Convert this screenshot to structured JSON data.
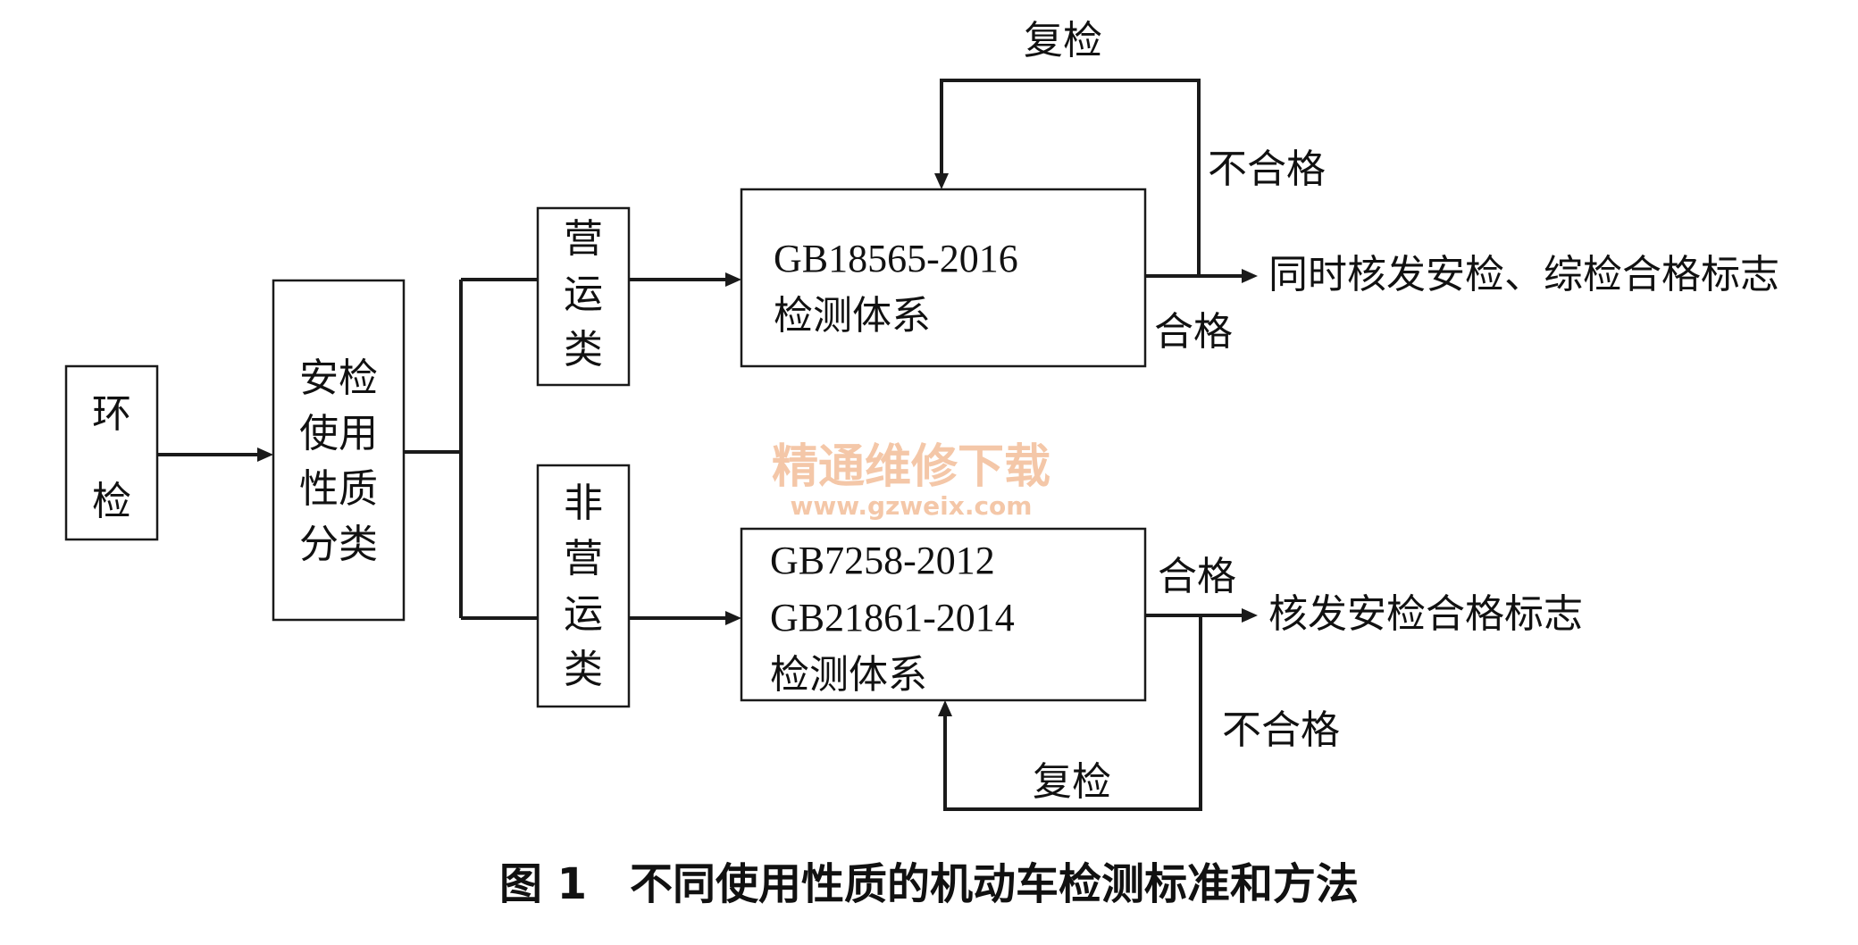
{
  "nodes": {
    "env_check": [
      "环",
      "检"
    ],
    "classify": [
      "安检",
      "使用",
      "性质",
      "分类"
    ],
    "commercial": [
      "营",
      "运",
      "类"
    ],
    "noncommercial": [
      "非",
      "营",
      "运",
      "类"
    ],
    "std_top": [
      "GB18565-2016",
      "检测体系"
    ],
    "std_bottom": [
      "GB7258-2012",
      "GB21861-2014",
      "检测体系"
    ]
  },
  "labels": {
    "recheck_top": "复检",
    "fail_top": "不合格",
    "pass_top": "合格",
    "result_top": "同时核发安检、综检合格标志",
    "pass_bottom": "合格",
    "result_bottom": "核发安检合格标志",
    "fail_bottom": "不合格",
    "recheck_bottom": "复检"
  },
  "watermark": {
    "line1": "精通维修下载",
    "line2": "www.gzweix.com"
  },
  "caption": "图 1　不同使用性质的机动车检测标准和方法"
}
